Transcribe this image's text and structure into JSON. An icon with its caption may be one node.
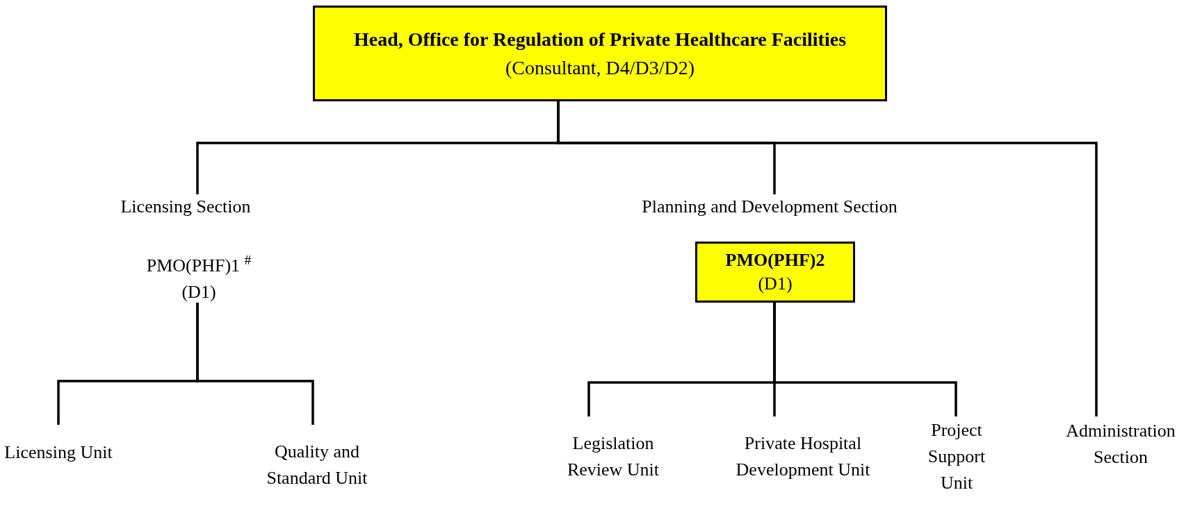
{
  "diagram": {
    "nodes": [
      {
        "text": [
          "Head, Office for Regulation of Private Healthcare Facilities",
          "(Consultant, D4/D3/D2)"
        ]
      },
      {
        "text": [
          "Licensing Section"
        ]
      },
      {
        "text": [
          "Planning and Development Section"
        ]
      },
      {
        "text": [
          "PMO(PHF)1 $^{#}$",
          "(D1)"
        ]
      },
      {
        "text": [
          "PMO(PHF)2",
          "(D1)"
        ]
      },
      {
        "text": [
          "Licensing Unit"
        ]
      },
      {
        "text": [
          "Quality and Standard Unit"
        ]
      },
      {
        "text": [
          "Legislation Review Unit"
        ]
      },
      {
        "text": [
          "Private Hospital Development Unit"
        ]
      },
      {
        "text": [
          "Project Support Unit"
        ]
      },
      {
        "text": [
          "Administration Section"
        ]
      }
    ],
    "edges": [
      {
        "from": 0,
        "to": 1,
        "arrow": "none"
      },
      {
        "from": 0,
        "to": 2,
        "arrow": "none"
      },
      {
        "from": 0,
        "to": 10,
        "arrow": "none"
      },
      {
        "from": 3,
        "to": 5,
        "arrow": "none"
      },
      {
        "from": 3,
        "to": 6,
        "arrow": "none"
      },
      {
        "from": 4,
        "to": 7,
        "arrow": "none"
      },
      {
        "from": 4,
        "to": 8,
        "arrow": "none"
      },
      {
        "from": 4,
        "to": 9,
        "arrow": "none"
      }
    ]
  }
}
